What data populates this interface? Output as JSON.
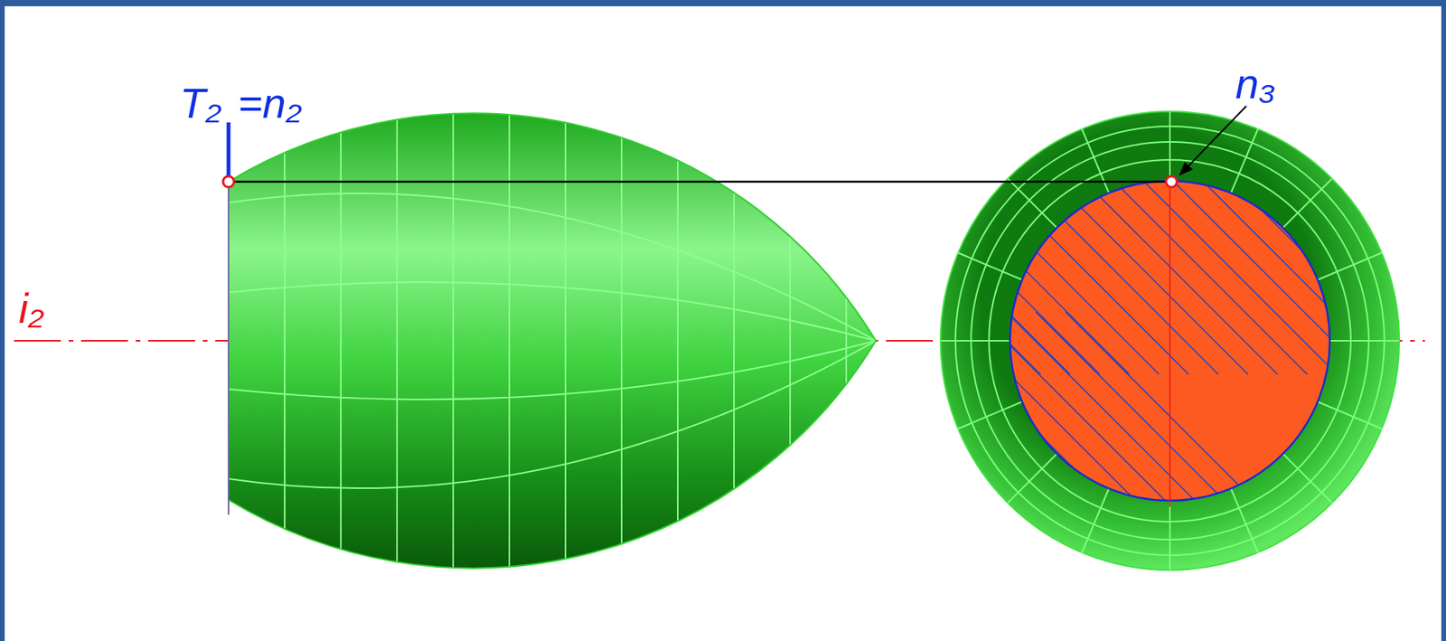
{
  "diagram": {
    "labels": [
      "T₂",
      "=n₂",
      "n₃",
      "i₂"
    ]
  }
}
